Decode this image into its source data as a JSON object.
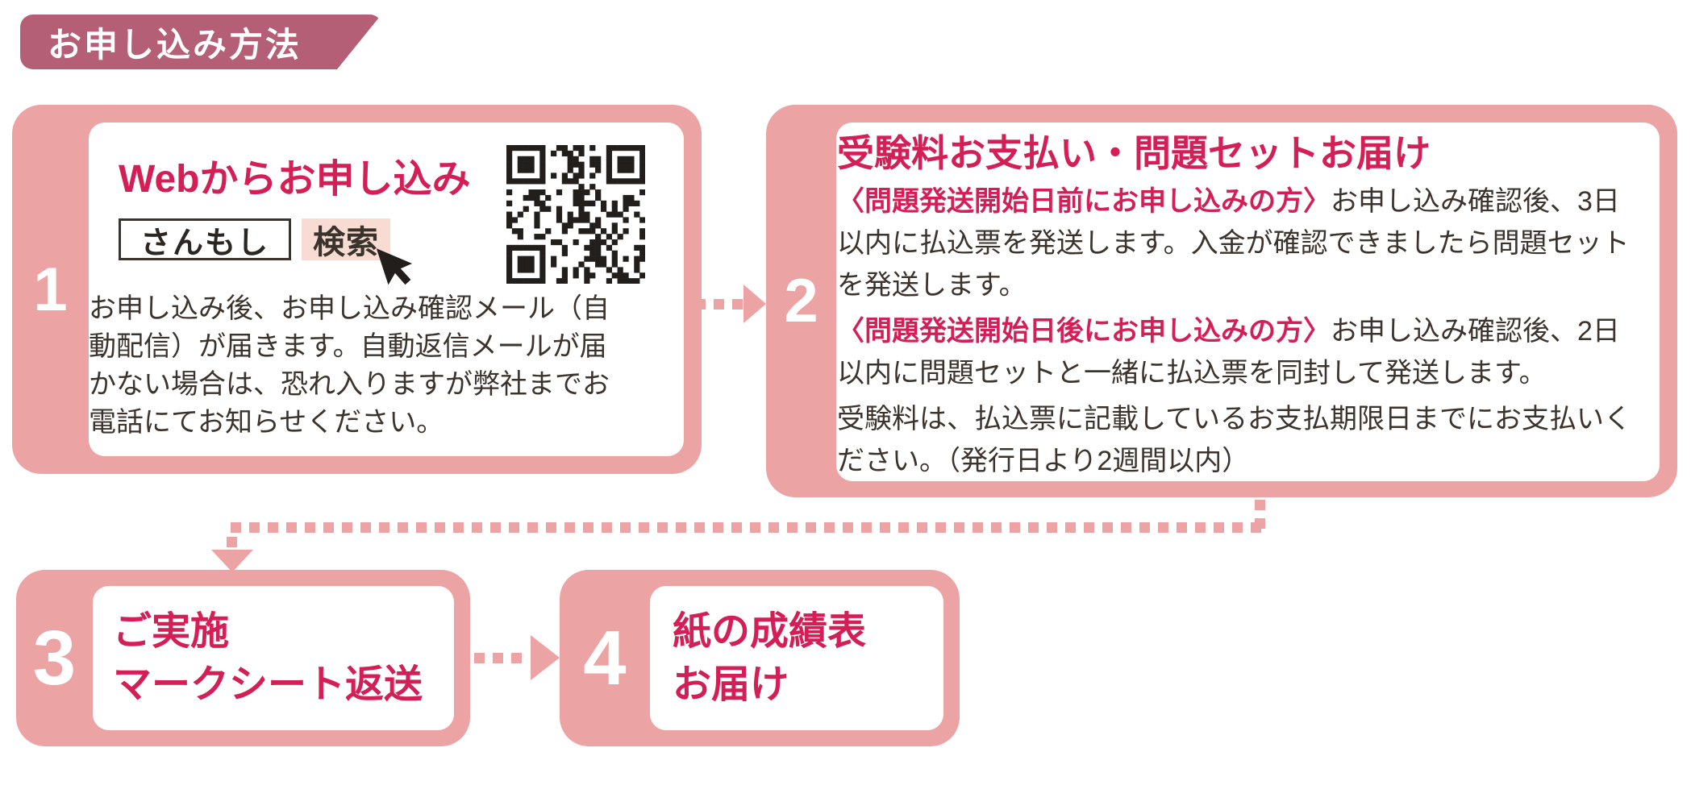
{
  "header": {
    "title": "お申し込み方法"
  },
  "colors": {
    "badge": "#b55f77",
    "pink": "#eca3a3",
    "lightpink": "#f8dbd3",
    "crimson": "#d41e56",
    "dark": "#3b332c",
    "ink": "#221e1b"
  },
  "steps": {
    "step1": {
      "number": "1",
      "title": "Webからお申し込み",
      "search_term": "さんもし",
      "search_button": "検索",
      "body": "お申し込み後、お申し込み確認メール（自\n動配信）が届きます。自動返信メールが届\nかない場合は、恐れ入りますが弊社までお\n電話にてお知らせください。"
    },
    "step2": {
      "number": "2",
      "title": "受験料お支払い・問題セットお届け",
      "paragraphs": [
        {
          "highlight": "〈問題発送開始日前にお申し込みの方〉",
          "text": "お申し込み確認後、3日以内に払込票を発送します。入金が確認できましたら問題セットを発送します。"
        },
        {
          "highlight": "〈問題発送開始日後にお申し込みの方〉",
          "text": "お申し込み確認後、2日以内に問題セットと一緒に払込票を同封して発送します。"
        },
        {
          "highlight": "",
          "text": "受験料は、払込票に記載しているお支払期限日までにお支払いください。（発行日より2週間以内）"
        }
      ]
    },
    "step3": {
      "number": "3",
      "lines": [
        "ご実施",
        "マークシート返送"
      ]
    },
    "step4": {
      "number": "4",
      "lines": [
        "紙の成績表",
        "お届け"
      ]
    }
  }
}
